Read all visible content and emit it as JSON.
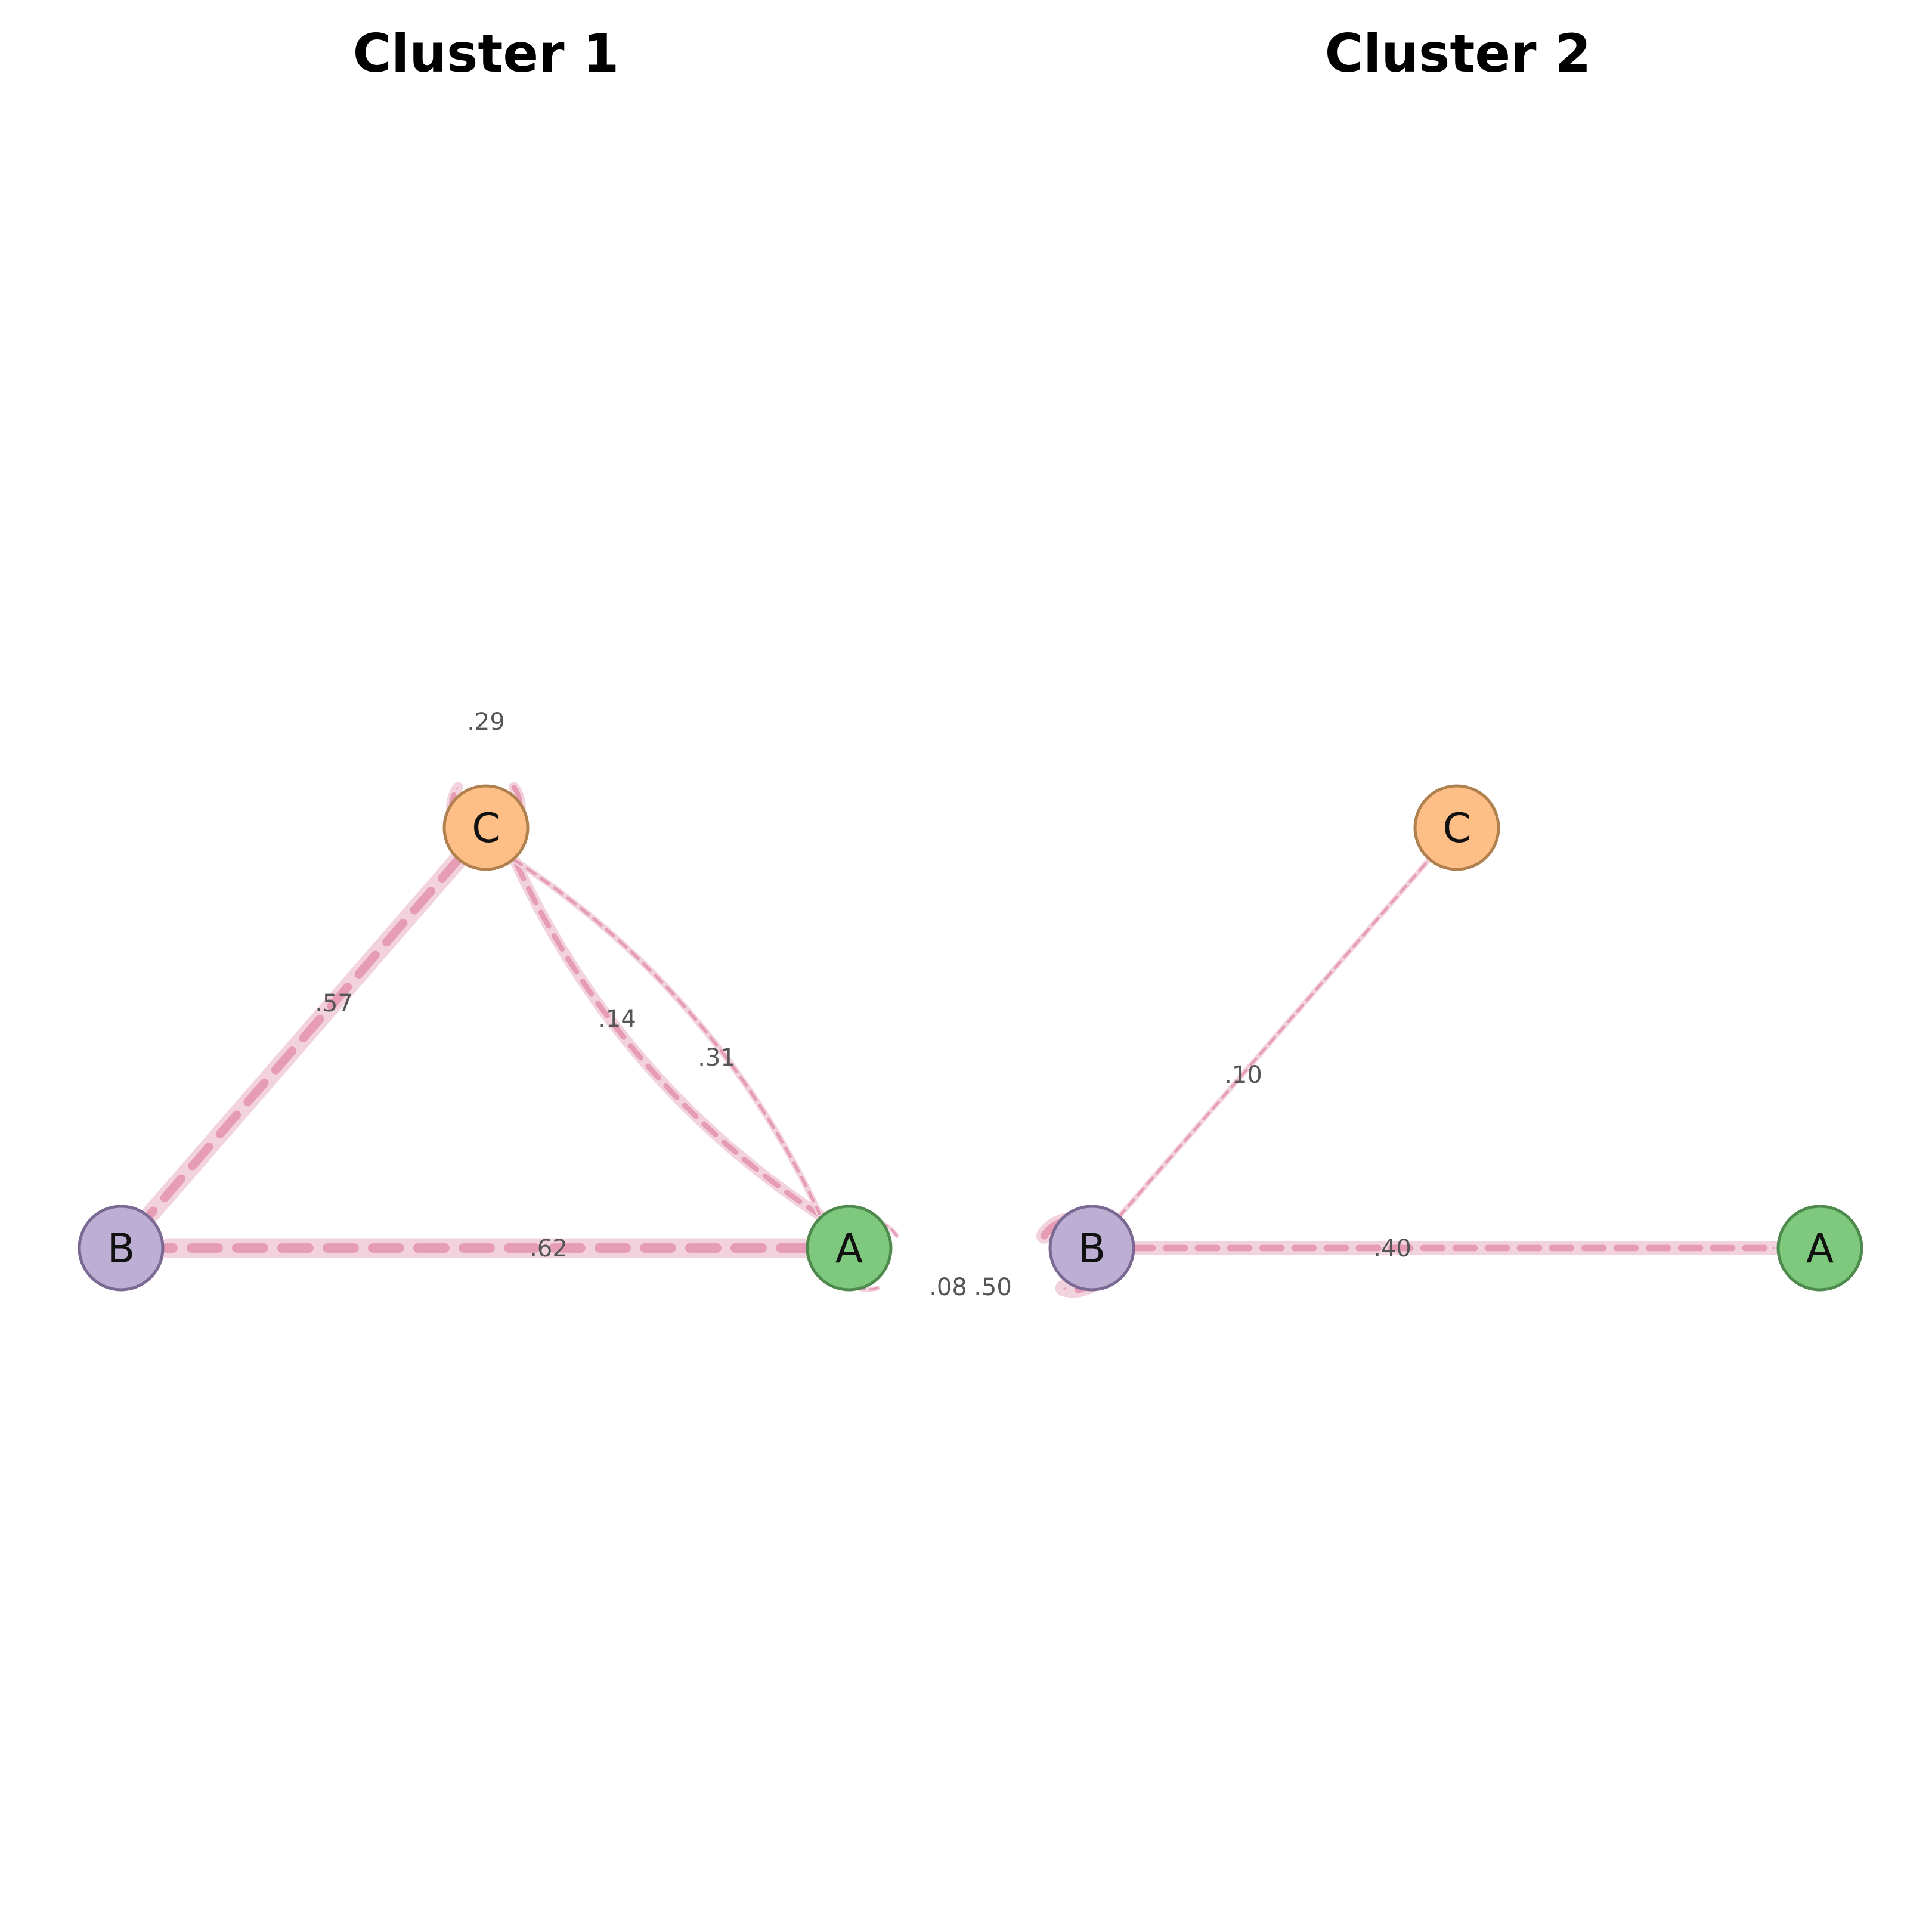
{
  "colors": {
    "edge": "#e59cb4",
    "edge_halo": "#f2d2dd",
    "node_A_fill": "#7ec97e",
    "node_A_stroke": "#4e8a4e",
    "node_B_fill": "#bdaed4",
    "node_B_stroke": "#7a6a93",
    "node_C_fill": "#fdbf85",
    "node_C_stroke": "#b0804e"
  },
  "clusters": [
    {
      "title": "Cluster 1",
      "nodes": [
        {
          "id": "A",
          "label": "A"
        },
        {
          "id": "B",
          "label": "B"
        },
        {
          "id": "C",
          "label": "C"
        }
      ],
      "edges": [
        {
          "source": "A",
          "target": "B",
          "weight": 0.62,
          "label": ".62"
        },
        {
          "source": "C",
          "target": "B",
          "weight": 0.57,
          "label": ".57"
        },
        {
          "source": "A",
          "target": "C",
          "weight": 0.31,
          "label": ".31"
        },
        {
          "source": "C",
          "target": "A",
          "weight": 0.14,
          "label": ".14"
        },
        {
          "source": "C",
          "target": "C",
          "weight": 0.29,
          "label": ".29"
        },
        {
          "source": "A",
          "target": "A",
          "weight": 0.08,
          "label": ".08"
        }
      ]
    },
    {
      "title": "Cluster 2",
      "nodes": [
        {
          "id": "A",
          "label": "A"
        },
        {
          "id": "B",
          "label": "B"
        },
        {
          "id": "C",
          "label": "C"
        }
      ],
      "edges": [
        {
          "source": "B",
          "target": "A",
          "weight": 0.4,
          "label": ".40"
        },
        {
          "source": "B",
          "target": "C",
          "weight": 0.1,
          "label": ".10"
        },
        {
          "source": "B",
          "target": "B",
          "weight": 0.5,
          "label": ".50"
        }
      ]
    }
  ]
}
